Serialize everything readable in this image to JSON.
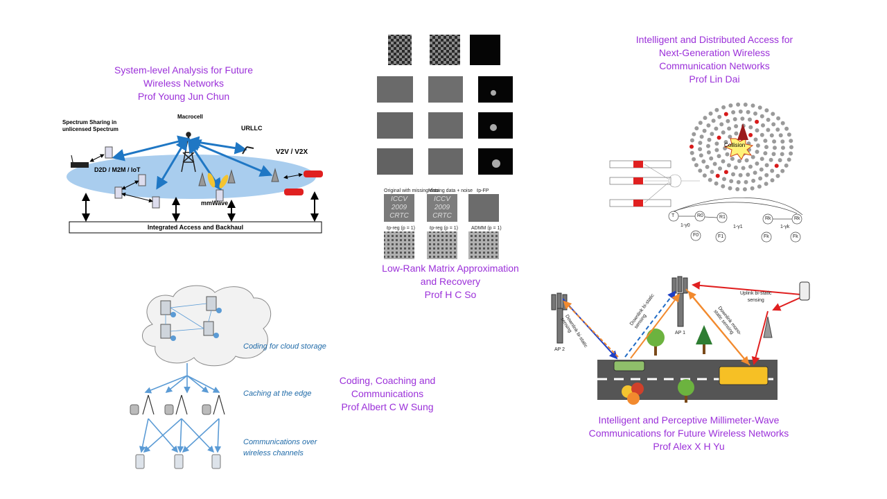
{
  "titles": {
    "system_level": [
      "System-level Analysis for Future",
      "Wireless Networks",
      "Prof Young Jun Chun"
    ],
    "low_rank": [
      "Low-Rank Matrix Approximation",
      "and Recovery",
      "Prof H C So"
    ],
    "intelligent_access": [
      "Intelligent and Distributed Access for",
      "Next-Generation Wireless",
      "Communication Networks",
      "Prof Lin Dai"
    ],
    "coding": [
      "Coding, Coaching and",
      "Communications",
      "Prof Albert C W Sung"
    ],
    "mmwave": [
      "Intelligent and Perceptive Millimeter-Wave",
      "Communications for Future Wireless Networks",
      "Prof Alex  X H Yu"
    ]
  },
  "network_diagram": {
    "spectrum_sharing": [
      "Spectrum Sharing in",
      "unlicensed Spectrum"
    ],
    "macrocell": "Macrocell",
    "urllc": "URLLC",
    "v2v": "V2V / V2X",
    "d2d": "D2D / M2M / IoT",
    "mmwave": "mmWave",
    "backhaul": "Integrated Access and Backhaul"
  },
  "matrix_figure": {
    "captions": [
      "Original with missing data",
      "Missing data + noise",
      "ℓp-FP"
    ],
    "captions2": [
      "ℓp-reg (p = 1)",
      "ℓp-reg (p = 1)",
      "ADMM (p = 1)"
    ],
    "iccv_text": [
      "ICCV",
      "2009",
      "CRTC"
    ]
  },
  "access_diagram": {
    "collision": "Collision",
    "states": [
      "T",
      "R0",
      "R1",
      "Rk",
      "Rk",
      "F0",
      "F1",
      "Fk",
      "Fk"
    ],
    "probs": [
      "1-γ0",
      "1-γ1",
      "1-γk"
    ]
  },
  "cloud_diagram": {
    "labels": [
      "Coding for cloud storage",
      "Caching at the edge",
      "Communications over",
      "wireless channels"
    ]
  },
  "sensing_diagram": {
    "downlink_bistatic_1": [
      "Downlink bi-static",
      "sensing"
    ],
    "downlink_bistatic_2": [
      "Downlink bi-static",
      "sensing"
    ],
    "downlink_mono": [
      "Downlink mono-",
      "static sensing"
    ],
    "uplink": [
      "Uplink bi-static",
      "sensing"
    ],
    "ap1": "AP 1",
    "ap2": "AP 2"
  },
  "colors": {
    "title": "#9b30d9",
    "ellipse": "#a9cdee",
    "arrow_blue": "#1f77c4",
    "cloud_blue": "#5b9bd5",
    "red": "#e02020",
    "orange": "#f28a2e",
    "road": "#555555"
  }
}
